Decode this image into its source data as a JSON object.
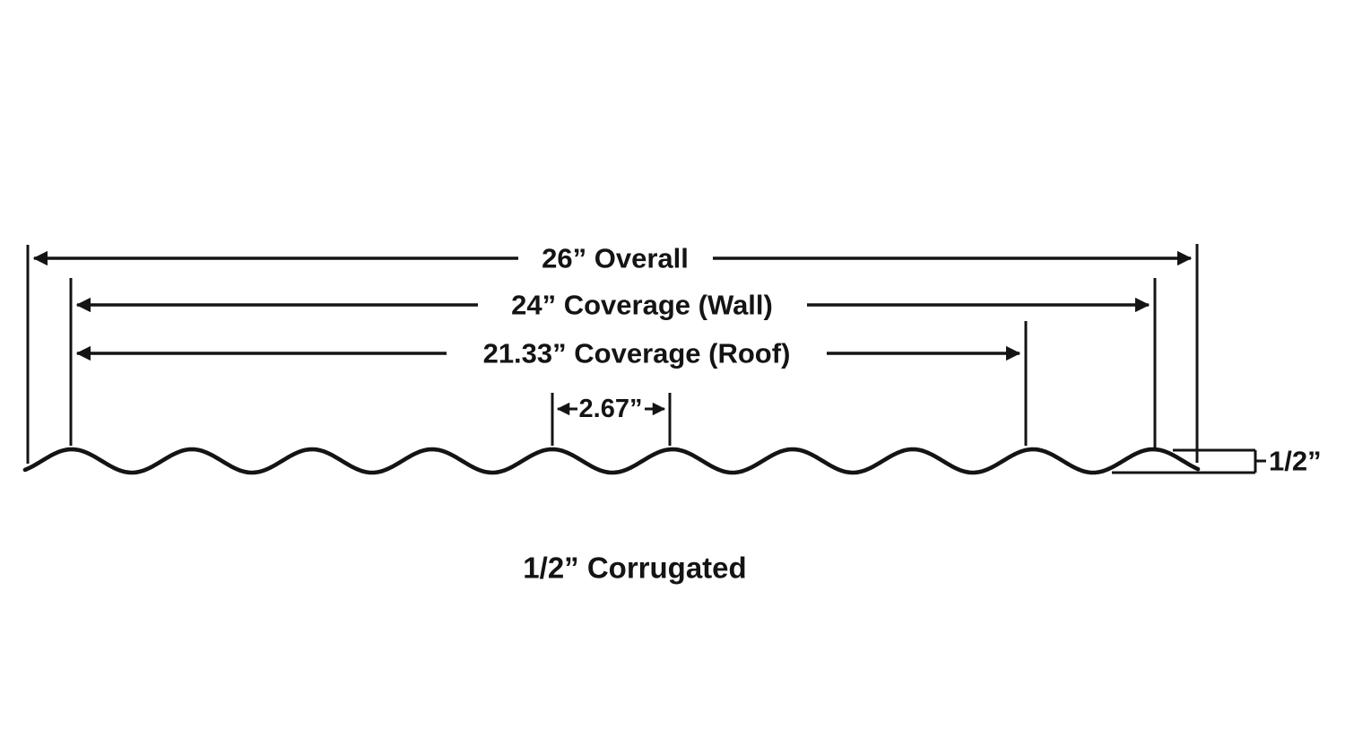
{
  "diagram": {
    "caption": "1/2” Corrugated",
    "labels": {
      "overall": "26” Overall",
      "coverage_wall": "24” Coverage (Wall)",
      "coverage_roof": "21.33” Coverage (Roof)",
      "pitch": "2.67”",
      "depth": "1/2”"
    },
    "measurements": {
      "overall_width_in": "26",
      "wall_coverage_in": "24",
      "roof_coverage_in": "21.33",
      "corrugation_pitch_in": "2.67",
      "corrugation_depth_in": "1/2"
    },
    "colors": {
      "ink": "#141414",
      "background": "#ffffff"
    }
  }
}
